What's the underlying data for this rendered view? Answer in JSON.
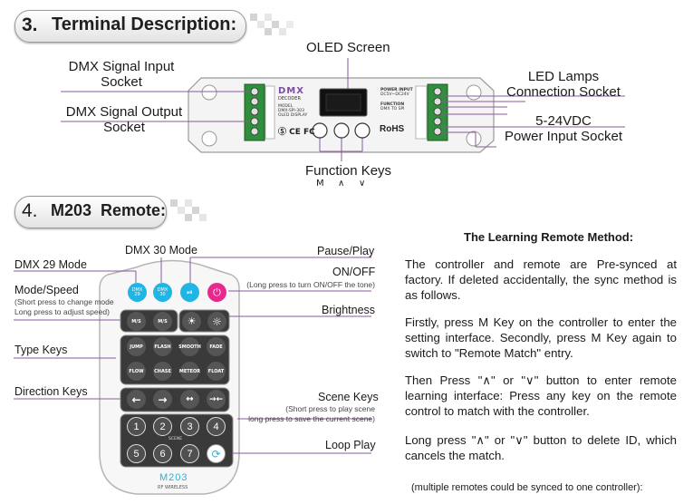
{
  "section3": {
    "number": "3.",
    "title": "Terminal Description:"
  },
  "section4": {
    "number": "4.",
    "title": "M203  Remote:"
  },
  "controller": {
    "brand_line1": "DMX",
    "brand_line2": "DECODER",
    "model_line1": "MODEL",
    "model_line2": "DMX-SPI-303",
    "model_line3": "OLED DISPLAY",
    "power_label": "POWER INPUT",
    "power_value": "DC5V~DC24V",
    "function_label": "FUNCTION",
    "function_value": "DMX TO SPI",
    "cert_marks": "Ⓢ CE FC",
    "rohs": "RoHS",
    "keys": [
      "M",
      "∧",
      "∨"
    ]
  },
  "terminal_labels": {
    "oled": "OLED Screen",
    "dmx_in": "DMX Signal Input\nSocket",
    "dmx_out": "DMX Signal Output\nSocket",
    "led": "LED Lamps\nConnection Socket",
    "power": "5-24VDC\nPower Input Socket",
    "function_keys": "Function Keys"
  },
  "remote_labels": {
    "dmx30": "DMX 30 Mode",
    "dmx29": "DMX 29 Mode",
    "mode_speed": "Mode/Speed",
    "mode_speed_note": "(Short press to change mode\nLong press to adjust speed)",
    "type_keys": "Type Keys",
    "direction_keys": "Direction Keys",
    "pause_play": "Pause/Play",
    "on_off": "ON/OFF",
    "on_off_note": "(Long press to turn ON/OFF the tone)",
    "brightness": "Brightness",
    "scene_keys": "Scene Keys",
    "scene_note": "(Short press to play scene\nlong press to save the current scene)",
    "loop_play": "Loop Play"
  },
  "remote": {
    "dmx29_btn": "DMX\n29",
    "dmx30_btn": "DMX\n30",
    "ms": "M/S",
    "type_buttons": [
      "JUMP",
      "FLASH",
      "SMOOTH",
      "FADE",
      "FLOW",
      "CHASE",
      "METEOR",
      "FLOAT"
    ],
    "scene_numbers": [
      "1",
      "2",
      "3",
      "4",
      "5",
      "6",
      "7"
    ],
    "scene_word": "SCENE",
    "model": "M203",
    "rf": "RF WIRELESS"
  },
  "learning": {
    "heading": "The Learning Remote Method:",
    "p1": "The controller and remote are Pre-synced at factory. If deleted accidentally, the sync method is as follows.",
    "p2": "Firstly, press M Key on the controller to enter the setting interface. Secondly, press M Key again to switch to \"Remote Match\" entry.",
    "p3": "Then Press \"∧\" or \"∨\" button to enter remote learning interface:  Press any key on the remote control to match with the controller.",
    "p4": "Long press \"∧\" or \"∨\" button to delete ID, which cancels the match.",
    "note": "(multiple remotes could be synced to one controller):"
  },
  "colors": {
    "accent_cyan": "#1fb5e4",
    "power_pink": "#e8278f",
    "pointer_line": "#8a5a9c"
  }
}
